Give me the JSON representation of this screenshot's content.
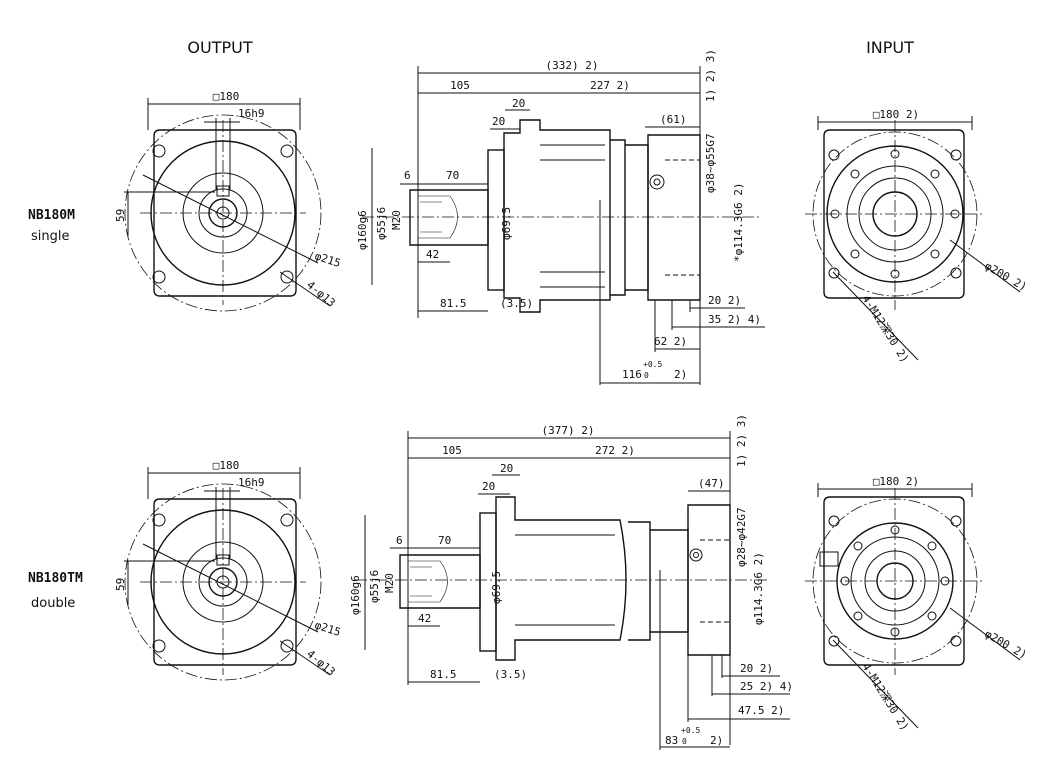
{
  "headers": {
    "output": "OUTPUT",
    "input": "INPUT"
  },
  "rows": [
    {
      "model": "NB180M",
      "variant": "single",
      "front": {
        "square": "□180",
        "key": "16h9",
        "height": "59",
        "pcd": "φ215",
        "holes": "4-φ13"
      },
      "side": {
        "overall": "(332)  2)",
        "len105": "105",
        "len_right": "227  2)",
        "dim20a": "20",
        "dim20b": "20",
        "dim61": "(61)",
        "dim6": "6",
        "dim70": "70",
        "dim42": "42",
        "dim815": "81.5",
        "dim35": "(3.5)",
        "pilot": "φ160g6",
        "shaft": "φ55j6",
        "thread": "M20",
        "collar": "φ69.5",
        "bore_note": "1) 2) 3)",
        "bore": "φ38~φ55G7",
        "spigot": "*φ114.3G6  2)",
        "b20": "20  2)",
        "b35": "35  2) 4)",
        "b62": "62  2)",
        "b116": "116",
        "b116_tol_up": "+0.5",
        "b116_tol_low": "0",
        "b116_note": "2)"
      },
      "input": {
        "square": "□180  2)",
        "pcd": "φ200  2)",
        "holes": "4-M12深30  2)"
      }
    },
    {
      "model": "NB180TM",
      "variant": "double",
      "front": {
        "square": "□180",
        "key": "16h9",
        "height": "59",
        "pcd": "φ215",
        "holes": "4-φ13"
      },
      "side": {
        "overall": "(377)  2)",
        "len105": "105",
        "len_right": "272  2)",
        "dim20a": "20",
        "dim20b": "20",
        "dim47": "(47)",
        "dim6": "6",
        "dim70": "70",
        "dim42": "42",
        "dim815": "81.5",
        "dim35": "(3.5)",
        "pilot": "φ160g6",
        "shaft": "φ55j6",
        "thread": "M20",
        "collar": "φ69.5",
        "bore_note": "1) 2) 3)",
        "bore": "φ28~φ42G7",
        "spigot": "φ114.3G6  2)",
        "b20": "20  2)",
        "b25": "25  2) 4)",
        "b475": "47.5  2)",
        "b83": "83",
        "b83_tol_up": "+0.5",
        "b83_tol_low": "0",
        "b83_note": "2)"
      },
      "input": {
        "square": "□180  2)",
        "pcd": "φ200  2)",
        "holes": "4-M12深30  2)"
      }
    }
  ]
}
